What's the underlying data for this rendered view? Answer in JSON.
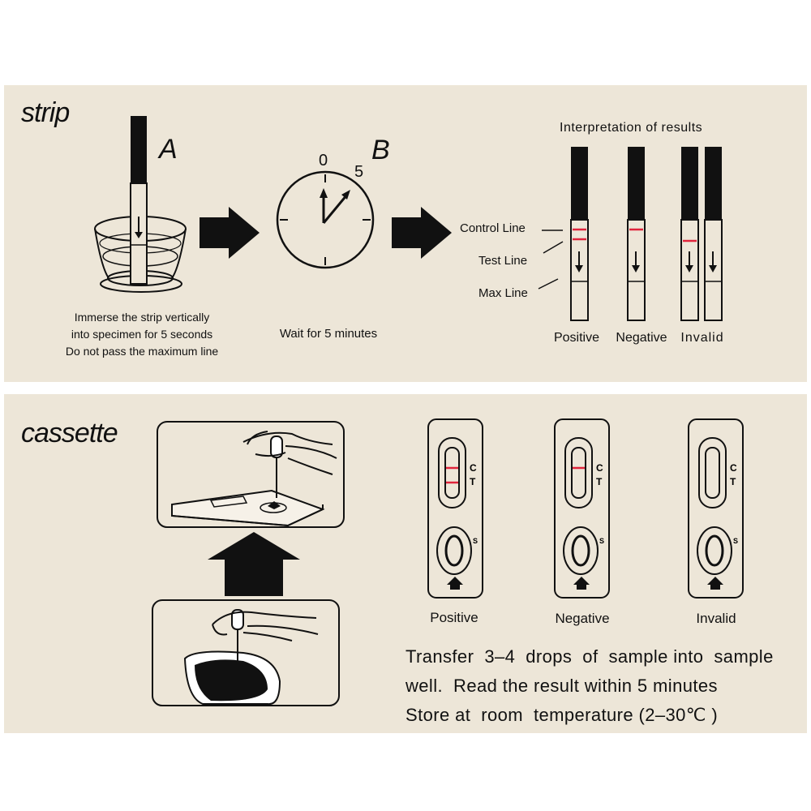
{
  "strip_section": {
    "title": "strip",
    "step_a": {
      "letter": "A",
      "caption_lines": [
        "Immerse the strip vertically",
        "into specimen for 5 seconds",
        "Do not pass the maximum line"
      ]
    },
    "step_b": {
      "letter": "B",
      "clock_label_start": "0",
      "clock_label_end": "5",
      "caption": "Wait for 5 minutes"
    },
    "interpretation": {
      "title": "Interpretation of results",
      "line_labels": [
        "Control Line",
        "Test Line",
        "Max Line"
      ],
      "results": [
        "Positive",
        "Negative",
        "Invalid"
      ]
    }
  },
  "cassette_section": {
    "title": "cassette",
    "window_labels": {
      "control": "C",
      "test": "T",
      "sample": "S"
    },
    "results": [
      "Positive",
      "Negative",
      "Invalid"
    ],
    "instructions": [
      "Transfer  3–4  drops  of  sample into  sample",
      "well.  Read the result within 5 minutes",
      "Store at  room  temperature (2–30℃ )"
    ]
  },
  "colors": {
    "panel_background": "#ede6d8",
    "result_line": "#e0243c",
    "ink": "#111111"
  }
}
